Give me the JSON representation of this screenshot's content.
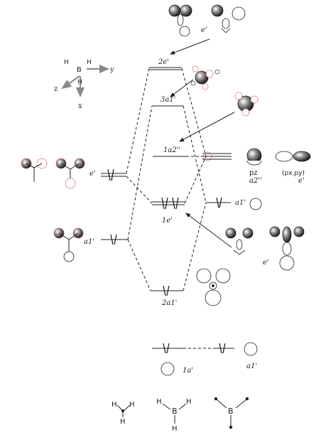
{
  "levels": {
    "top_e": "e'",
    "two_e": "2e'",
    "three_a1": "3a1'",
    "one_a2": "1a2''",
    "ligand_e": "e'",
    "one_e": "1e'",
    "boron_a1_p": "a1'",
    "ligand_a1": "a1'",
    "two_a1": "2a1'",
    "one_a1": "1a'",
    "boron_a1_s": "a1'"
  },
  "boron_orbitals": {
    "pz": "pz",
    "a2": "a2''",
    "pxpy": "(px,py)",
    "e_sym": "e'",
    "e_right": "e'"
  },
  "axes": {
    "x": "x",
    "y": "y",
    "z": "z",
    "center": "B"
  },
  "atoms": {
    "H": "H",
    "B": "B"
  }
}
